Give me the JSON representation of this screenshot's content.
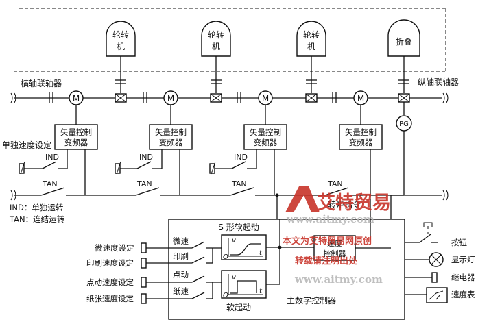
{
  "rollers": [
    "轮转机",
    "轮转机",
    "轮转机",
    "折叠"
  ],
  "motor_symbol": "M",
  "pg_symbol": "PG",
  "shaft_labels": {
    "left": "横轴联轴器",
    "right": "纵轴联轴器"
  },
  "inverter_label": [
    "矢量控制",
    "变频器"
  ],
  "independent_speed": "单独速度设定",
  "switch_ind": "IND",
  "switch_tan": "TAN",
  "legend": [
    "IND：单独运转",
    "TAN：连结运转"
  ],
  "torque_command": "转矩指令",
  "controller": {
    "title": "主数字控制器",
    "s_curve": "S 形软起动",
    "soft_start": "软起动",
    "speed_ctrl": [
      "速度",
      "控制器"
    ],
    "graph_v": "v",
    "graph_t": "t",
    "graph_o": "O"
  },
  "settings": [
    "微速度设定",
    "印刷速度设定",
    "点动速度设定",
    "纸张速度设定"
  ],
  "modes": [
    "微速",
    "印刷",
    "点动",
    "纸速"
  ],
  "outputs": [
    "按钮",
    "显示灯",
    "继电器",
    "速度表"
  ],
  "watermark": {
    "brand": "艾特贸易",
    "url": "www.aitmy.com",
    "note1": "本文为艾特贸易网原创",
    "note2": "转载请注明出处"
  },
  "colors": {
    "line": "#111111",
    "watermark": "#c8342a"
  }
}
